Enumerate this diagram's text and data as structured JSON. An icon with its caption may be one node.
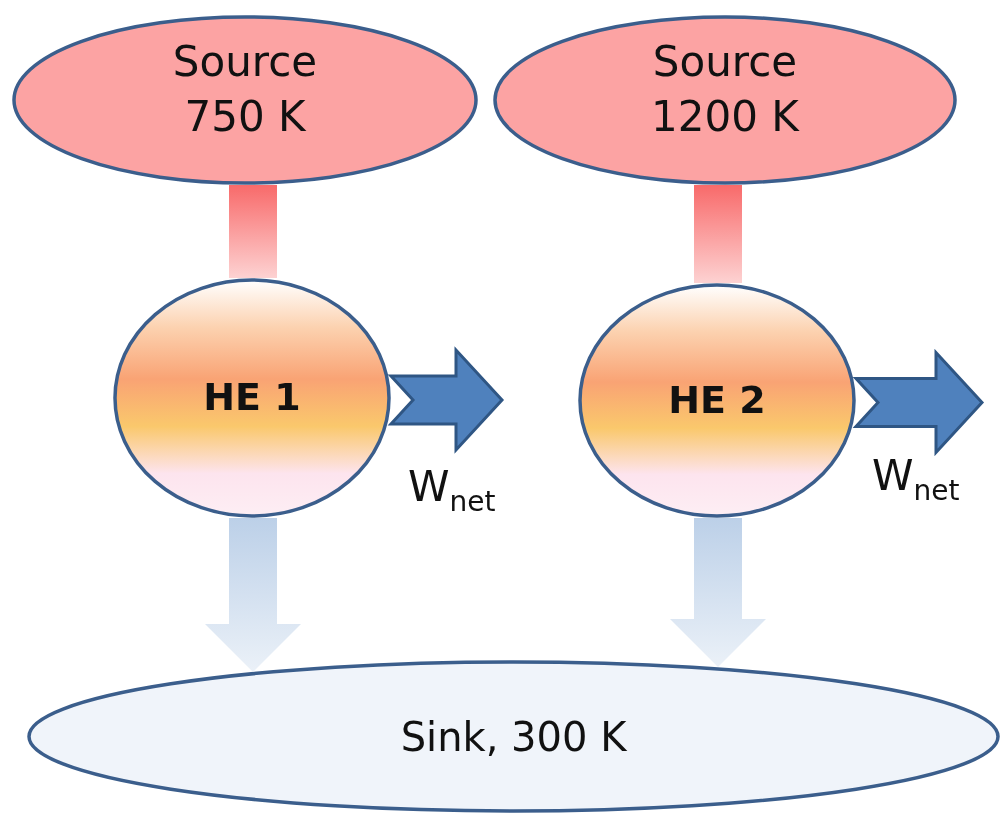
{
  "diagram": {
    "nodes": [
      {
        "text": [
          "Source 750 K"
        ]
      },
      {
        "text": [
          "Source 1200 K"
        ]
      },
      {
        "text": [
          "HE 1"
        ]
      },
      {
        "text": [
          "HE 2"
        ]
      },
      {
        "text": [
          "Sink, 300 K"
        ]
      }
    ],
    "edges": [
      {
        "from": 0,
        "to": 2,
        "arrow": "none",
        "style": "thick",
        "color": "#f86a6a"
      },
      {
        "from": 2,
        "to": 4,
        "arrow": "to",
        "style": "thick",
        "color": "#bcd0e8"
      },
      {
        "from": 2,
        "to": null,
        "arrow": "to",
        "style": "thick",
        "color": "#4f81bd",
        "label": "W$_{net}$"
      },
      {
        "from": 1,
        "to": 3,
        "arrow": "none",
        "style": "thick",
        "color": "#f86a6a"
      },
      {
        "from": 3,
        "to": 4,
        "arrow": "to",
        "style": "thick",
        "color": "#bcd0e8"
      },
      {
        "from": 3,
        "to": null,
        "arrow": "to",
        "style": "thick",
        "color": "#4f81bd",
        "label": "W$_{net}$"
      }
    ]
  }
}
